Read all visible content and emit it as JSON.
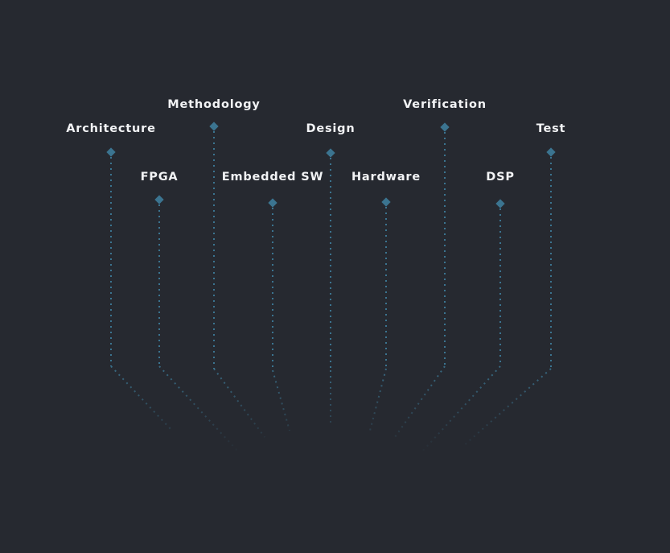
{
  "colors": {
    "background": "#262930",
    "accent": "#3b7490",
    "text": "#f2f3f5"
  },
  "nodes": [
    {
      "label": "Architecture"
    },
    {
      "label": "FPGA"
    },
    {
      "label": "Methodology"
    },
    {
      "label": "Embedded SW"
    },
    {
      "label": "Design"
    },
    {
      "label": "Hardware"
    },
    {
      "label": "Verification"
    },
    {
      "label": "DSP"
    },
    {
      "label": "Test"
    }
  ]
}
